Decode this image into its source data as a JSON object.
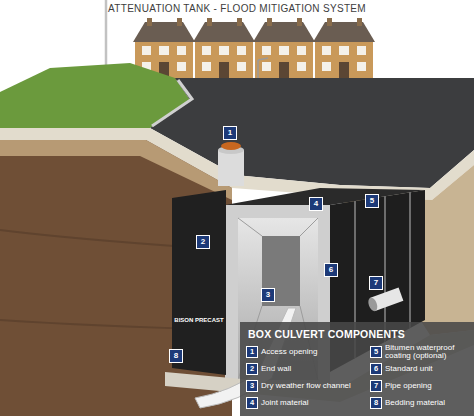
{
  "diagram": {
    "title": "ATTENUATION TANK - FLOOD MITIGATION SYSTEM",
    "nodes": [
      {
        "text": [
          "BOX CULVERT COMPONENTS"
        ]
      }
    ],
    "labels": [
      "1",
      "2",
      "3",
      "4",
      "5",
      "6",
      "7",
      "8",
      "BISON PRECAST",
      "1",
      "Access opening",
      "2",
      "End wall",
      "3",
      "Dry weather flow channel",
      "4",
      "Joint material",
      "5",
      "Bitumen waterproof coating (optional)",
      "6",
      "Standard unit",
      "7",
      "Pipe opening",
      "8",
      "Bedding material"
    ]
  }
}
